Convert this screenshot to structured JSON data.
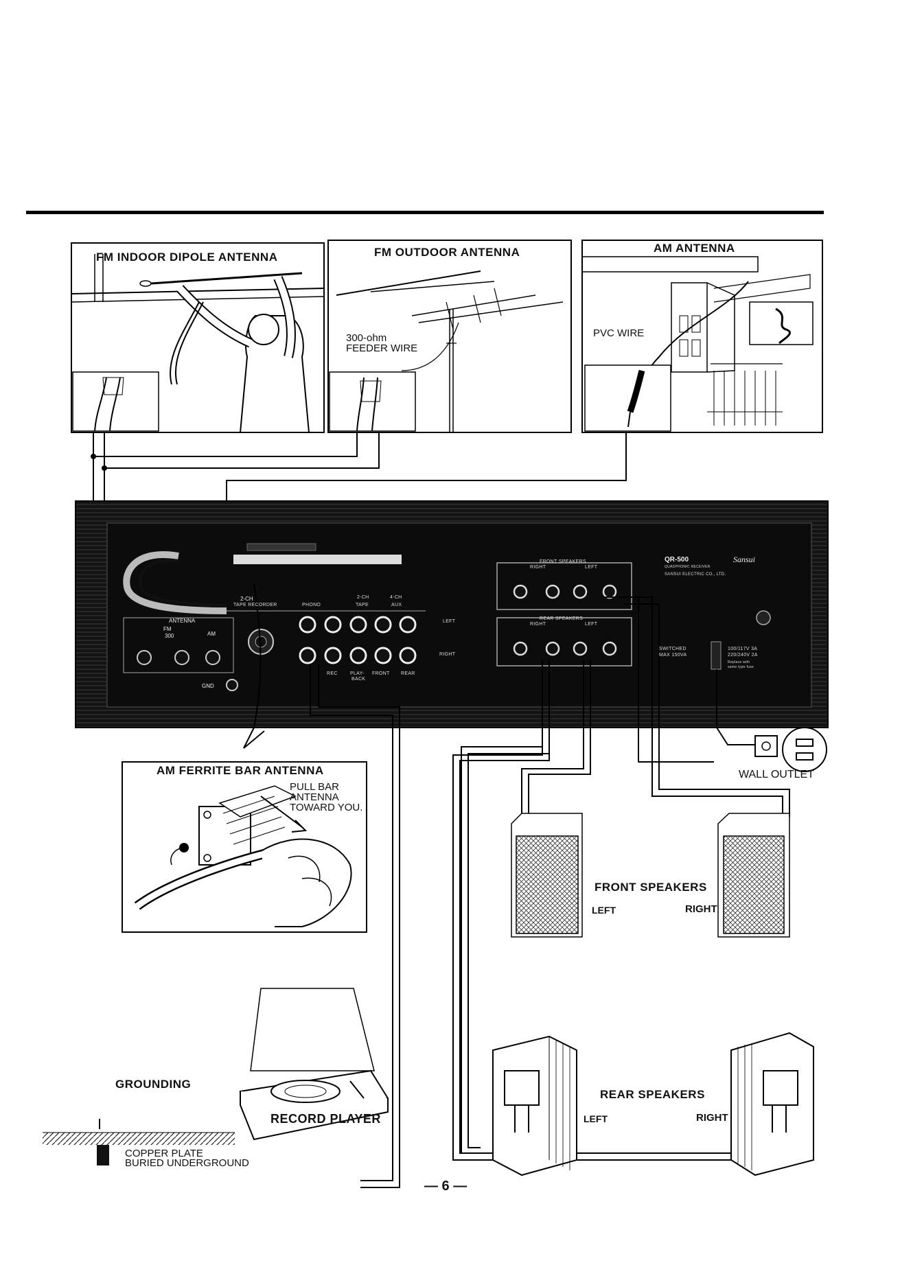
{
  "panels": {
    "fm_indoor": {
      "title": "FM INDOOR DIPOLE ANTENNA"
    },
    "fm_outdoor": {
      "title": "FM OUTDOOR ANTENNA",
      "wire_label_1": "300-ohm",
      "wire_label_2": "FEEDER WIRE"
    },
    "am_antenna": {
      "title": "AM ANTENNA",
      "wire_label": "PVC WIRE"
    }
  },
  "receiver": {
    "antenna_label": "ANTENNA",
    "fm_label": "FM",
    "ohm_label": "300",
    "am_label": "AM",
    "gnd_label": "GND",
    "tape_2ch_label": "2-CH",
    "tape_recorder_label": "TAPE RECORDER",
    "phono_label": "PHONO",
    "tape_label": "TAPE",
    "ch2_label": "2-CH",
    "ch4_label": "4-CH",
    "aux_label": "AUX",
    "left_label": "LEFT",
    "right_label": "RIGHT",
    "rec_label": "REC",
    "playback_label_1": "PLAY-",
    "playback_label_2": "BACK",
    "front_label": "FRONT",
    "rear_label": "REAR",
    "front_speakers_label": "FRONT SPEAKERS",
    "rear_speakers_label": "REAR SPEAKERS",
    "spk_right": "RIGHT",
    "spk_left": "LEFT",
    "model": "QR-500",
    "model_sub": "QUADPHONIC RECEIVER",
    "brand": "Sansui",
    "maker": "SANSUI ELECTRIC CO., LTD.",
    "switched_label": "SWITCHED",
    "max_label": "MAX 150VA",
    "voltage_1": "100/117V  3A",
    "voltage_2": "220/240V  2A",
    "fuse_note_1": "Replace with",
    "fuse_note_2": "same type fuse"
  },
  "ferrite": {
    "title": "AM FERRITE BAR ANTENNA",
    "instruction_1": "PULL BAR",
    "instruction_2": "ANTENNA",
    "instruction_3": "TOWARD YOU."
  },
  "labels": {
    "wall_outlet": "WALL OUTLET",
    "front_speakers": "FRONT SPEAKERS",
    "front_left": "LEFT",
    "front_right": "RIGHT",
    "rear_speakers": "REAR SPEAKERS",
    "rear_left": "LEFT",
    "rear_right": "RIGHT",
    "grounding": "GROUNDING",
    "record_player": "RECORD PLAYER",
    "copper_1": "COPPER PLATE",
    "copper_2": "BURIED UNDERGROUND"
  },
  "page_number": "— 6 —"
}
